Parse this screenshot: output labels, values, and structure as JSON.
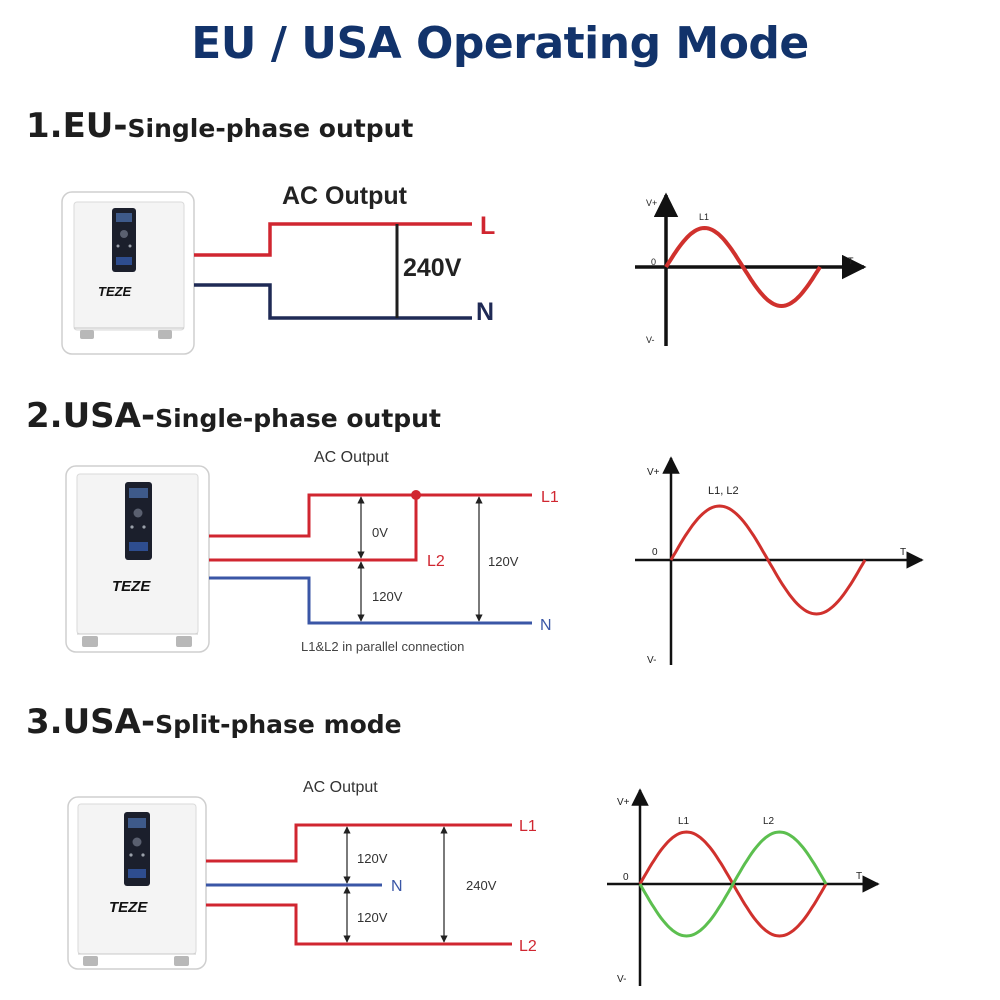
{
  "title": "EU / USA Operating Mode",
  "brand_text": "TEZE",
  "colors": {
    "title": "#12336b",
    "red_line": "#d02630",
    "navy_line": "#1f2a55",
    "blue_line": "#3a56a6",
    "wave_red": "#d0312d",
    "wave_green": "#5cbf4f",
    "device_body": "#f0f0f0",
    "device_panel": "#1b1f2c"
  },
  "sections": [
    {
      "number": "1.EU-",
      "subtitle": "Single-phase output",
      "diagram": {
        "ac_output": "AC Output",
        "line_labels": [
          "L",
          "N"
        ],
        "voltages": [
          "240V"
        ]
      },
      "chart": {
        "y_pos": "V+",
        "y_neg": "V-",
        "x_label": "T",
        "origin": "0",
        "waves": [
          {
            "name": "L1",
            "color": "red"
          }
        ]
      }
    },
    {
      "number": "2.USA-",
      "subtitle": "Single-phase output",
      "diagram": {
        "ac_output": "AC Output",
        "line_labels": [
          "L1",
          "L2",
          "N"
        ],
        "voltages": [
          "0V",
          "120V",
          "120V"
        ],
        "note": "L1&L2 in parallel connection"
      },
      "chart": {
        "y_pos": "V+",
        "y_neg": "V-",
        "x_label": "T",
        "origin": "0",
        "waves": [
          {
            "name": "L1, L2",
            "color": "red"
          }
        ]
      }
    },
    {
      "number": "3.USA-",
      "subtitle": "Split-phase mode",
      "diagram": {
        "ac_output": "AC Output",
        "line_labels": [
          "L1",
          "N",
          "L2"
        ],
        "voltages": [
          "120V",
          "120V",
          "240V"
        ]
      },
      "chart": {
        "y_pos": "V+",
        "y_neg": "V-",
        "x_label": "T",
        "origin": "0",
        "waves": [
          {
            "name": "L1",
            "color": "red"
          },
          {
            "name": "L2",
            "color": "green"
          }
        ]
      }
    }
  ]
}
